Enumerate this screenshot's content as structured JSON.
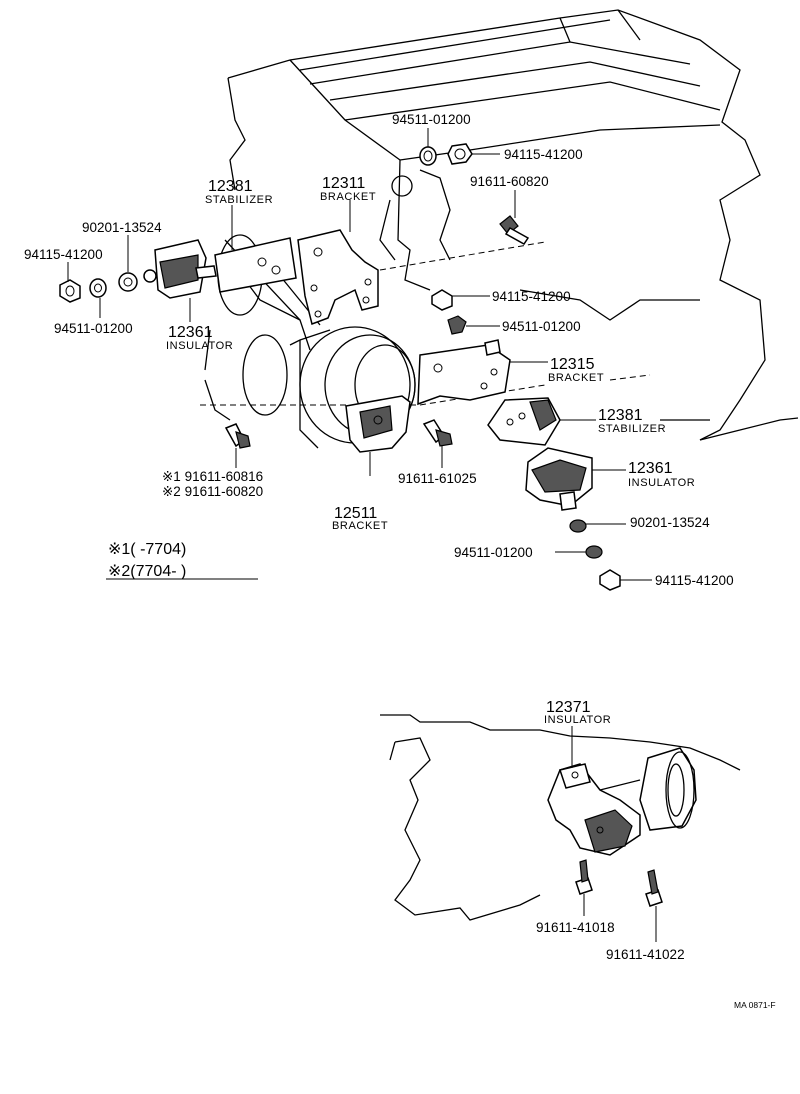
{
  "labels": {
    "top_nut_a": "94511-01200",
    "top_nut_b": "94115-41200",
    "bolt_top_right": "91611-60820",
    "stab_left_num": "12381",
    "stab_left_txt": "STABILIZER",
    "bracket_top_num": "12311",
    "bracket_top_txt": "BRACKET",
    "bolt_left": "90201-13524",
    "nut_left": "94115-41200",
    "washer_left": "94511-01200",
    "ins_left_num": "12361",
    "ins_left_txt": "INSULATOR",
    "mid_nut": "94115-41200",
    "mid_washer": "94511-01200",
    "bracket_right_num": "12315",
    "bracket_right_txt": "BRACKET",
    "stab_right_num": "12381",
    "stab_right_txt": "STABILIZER",
    "bolt_low_left_1": "※1 91611-60816",
    "bolt_low_left_2": "※2 91611-60820",
    "bolt_mid_low": "91611-61025",
    "bracket_low_num": "12511",
    "bracket_low_txt": "BRACKET",
    "ins_right_num": "12361",
    "ins_right_txt": "INSULATOR",
    "low_bolt_r": "90201-13524",
    "low_washer_r": "94511-01200",
    "low_nut_r": "94115-41200",
    "rear_ins_num": "12371",
    "rear_ins_txt": "INSULATOR",
    "rear_bolt_a": "91611-41018",
    "rear_bolt_b": "91611-41022",
    "note_1": "※1(      -7704)",
    "note_2": "※2(7704-      )",
    "drawing_code": "MA 0871-F"
  }
}
